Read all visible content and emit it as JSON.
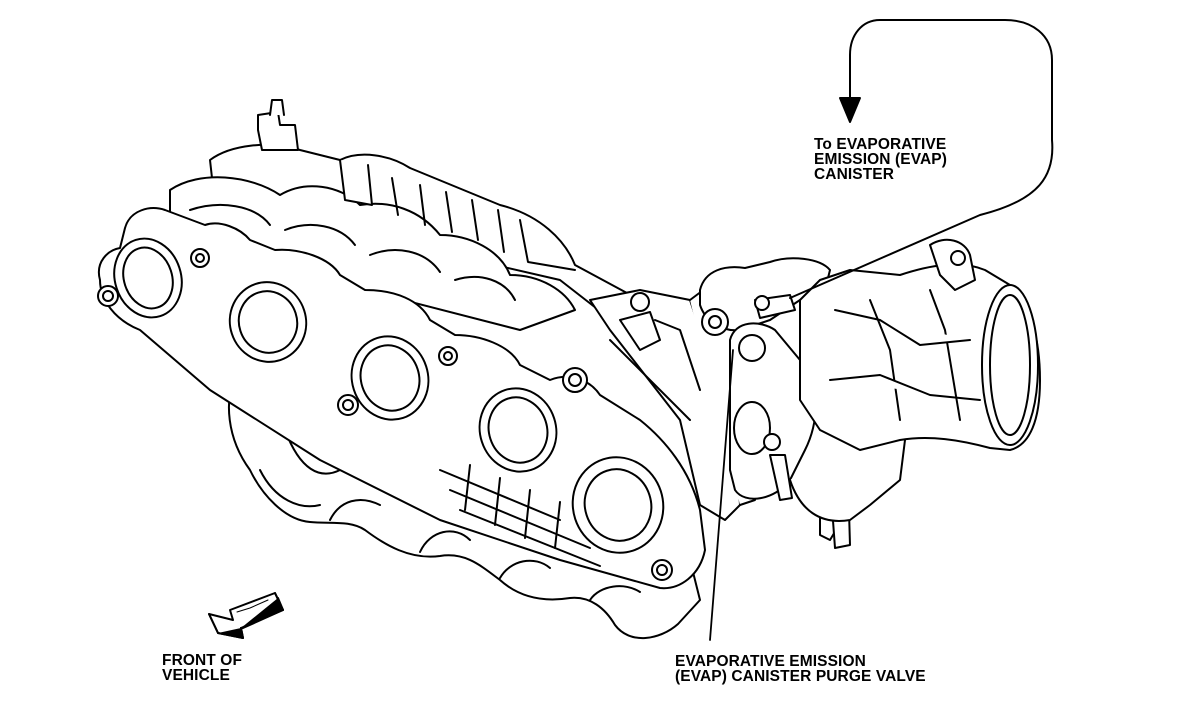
{
  "labels": {
    "to_canister": [
      "To EVAPORATIVE",
      "EMISSION (EVAP)",
      "CANISTER"
    ],
    "front_of_vehicle": [
      "FRONT OF",
      "VEHICLE"
    ],
    "purge_valve": [
      "EVAPORATIVE EMISSION",
      "(EVAP) CANISTER PURGE VALVE"
    ]
  },
  "colors": {
    "ink": "#000000",
    "paper": "#ffffff"
  },
  "icons": [
    "front-direction-arrow-icon",
    "hose-route-arrow-icon"
  ]
}
